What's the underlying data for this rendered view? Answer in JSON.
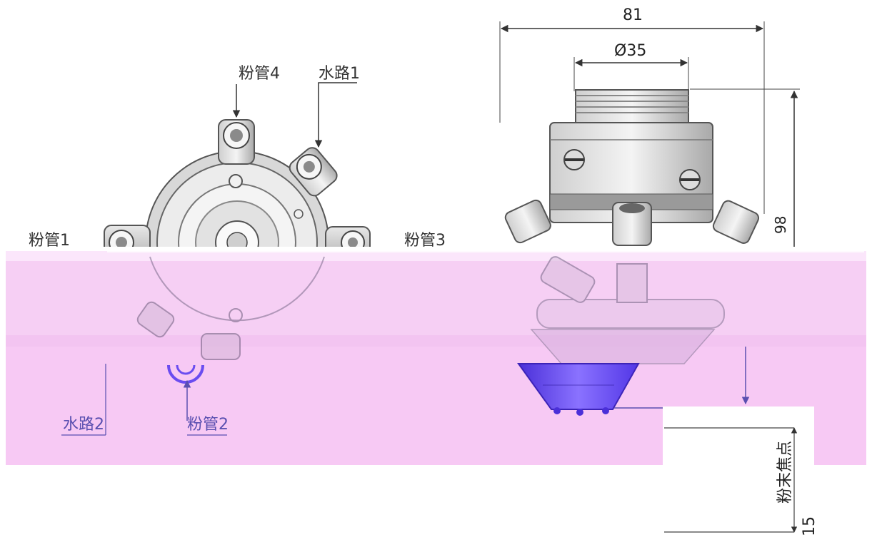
{
  "top_view": {
    "labels": {
      "powder_tube_1": "粉管1",
      "powder_tube_2": "粉管2",
      "powder_tube_3": "粉管3",
      "powder_tube_4": "粉管4",
      "water_path_1": "水路1",
      "water_path_2": "水路2"
    }
  },
  "side_view": {
    "dimensions": {
      "overall_width": "81",
      "diameter": "Ø35",
      "height": "98",
      "focus_distance": "15",
      "focus_label": "粉末焦点"
    }
  },
  "colors": {
    "glitch_band": "#f6cff4",
    "glitch_band_light": "#fbe6fb",
    "violet_accent": "#5a4fb0",
    "nozzle_violet": "#6a4cf0",
    "line_gray": "#555555"
  }
}
